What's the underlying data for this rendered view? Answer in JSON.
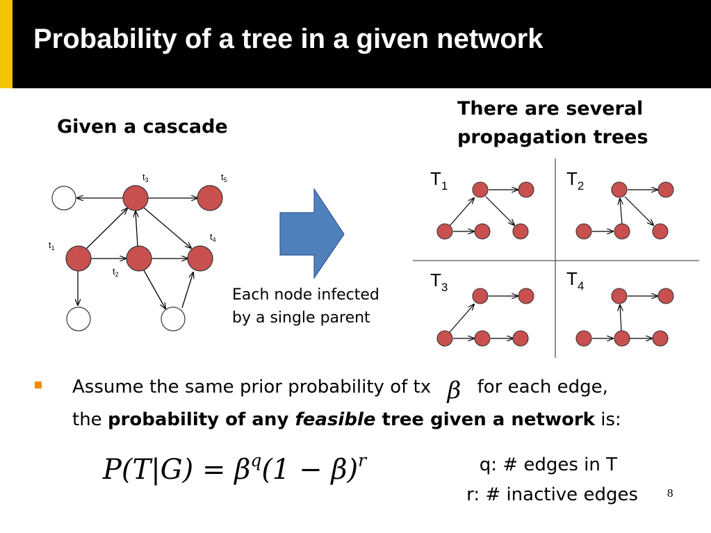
{
  "slide": {
    "title": "Probability of a tree in a given network",
    "page_number": "8"
  },
  "left_panel": {
    "heading": "Given a cascade",
    "time_labels": [
      {
        "base": "t",
        "sub": "1"
      },
      {
        "base": "t",
        "sub": "2"
      },
      {
        "base": "t",
        "sub": "3"
      },
      {
        "base": "t",
        "sub": "4"
      },
      {
        "base": "t",
        "sub": "5"
      }
    ],
    "note_line1": "Each node infected",
    "note_line2": "by a single parent"
  },
  "right_panel": {
    "heading_line1": "There are several",
    "heading_line2": "propagation trees",
    "trees": [
      {
        "base": "T",
        "sub": "1"
      },
      {
        "base": "T",
        "sub": "2"
      },
      {
        "base": "T",
        "sub": "3"
      },
      {
        "base": "T",
        "sub": "4"
      }
    ]
  },
  "bullet": {
    "part1": "Assume the same prior probability of tx ",
    "beta": "β",
    "part2": " for each edge,",
    "part3": "the ",
    "bold1": "probability of any ",
    "italic_bold": "feasible",
    "bold2": " tree given a network",
    "part4": " is:"
  },
  "formula": {
    "lhs": "P(T|G) = ",
    "base1": "β",
    "exp1": "q",
    "middle": "(1 − β)",
    "exp2": "r"
  },
  "legend": {
    "q_line": "q: # edges in T",
    "r_line": "r: # inactive edges"
  },
  "colors": {
    "title_bar": "#000000",
    "accent": "#f5c400",
    "bullet": "#f58a00",
    "node_infected": "#c8504f",
    "arrow_shape": "#4f81bd"
  }
}
